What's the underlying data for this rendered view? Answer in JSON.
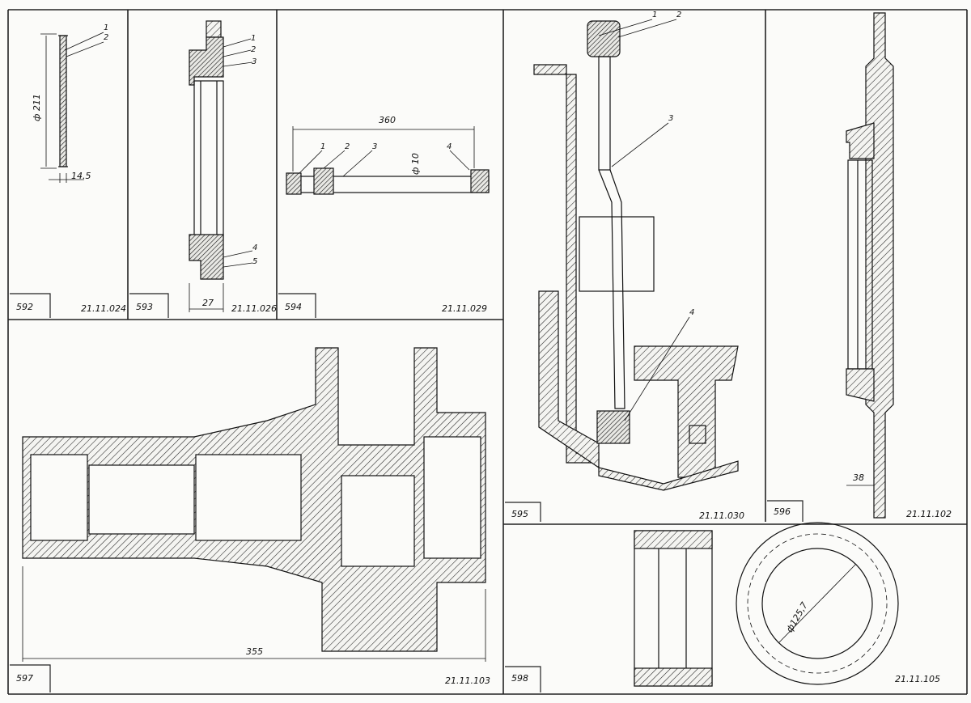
{
  "panels": [
    {
      "number": "592",
      "code": "21.11.024",
      "dims": [
        "ф 211",
        "14.5"
      ],
      "callouts": [
        "1",
        "2"
      ]
    },
    {
      "number": "593",
      "code": "21.11.026",
      "dims": [
        "27"
      ],
      "callouts": [
        "1",
        "2",
        "3",
        "4",
        "5"
      ]
    },
    {
      "number": "594",
      "code": "21.11.029",
      "dims": [
        "360",
        "ф 10"
      ],
      "callouts": [
        "1",
        "2",
        "3",
        "4"
      ]
    },
    {
      "number": "595",
      "code": "21.11.030",
      "dims": [],
      "callouts": [
        "1",
        "2",
        "3",
        "4"
      ]
    },
    {
      "number": "596",
      "code": "21.11.102",
      "dims": [
        "38"
      ],
      "callouts": []
    },
    {
      "number": "597",
      "code": "21.11.103",
      "dims": [
        "355"
      ],
      "callouts": []
    },
    {
      "number": "598",
      "code": "21.11.105",
      "dims": [
        "ф125,7"
      ],
      "callouts": []
    }
  ]
}
